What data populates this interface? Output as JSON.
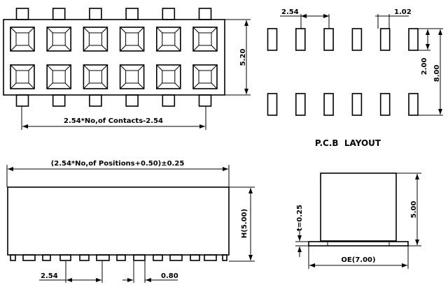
{
  "top_view": {
    "height_dim": "5.20",
    "width_dim": "2.54*No,of Contacts-2.54"
  },
  "pcb_layout": {
    "title": "P.C.B  LAYOUT",
    "pitch_dim": "2.54",
    "pad_width_dim": "1.02",
    "pad_length_dim": "2.00",
    "row_span_dim": "8.00"
  },
  "side_view": {
    "length_dim": "(2.54*No,of Positions+0.50)±0.25",
    "height_dim": "H(5.00)",
    "pitch_dim": "2.54",
    "lead_width_dim": "0.80"
  },
  "end_view": {
    "height_dim": "5.00",
    "thickness_dim": "t=0.25",
    "overall_dim": "OE(7.00)"
  },
  "pin_count_per_row": 6,
  "colors": {
    "line": "#000000",
    "background": "#ffffff"
  }
}
